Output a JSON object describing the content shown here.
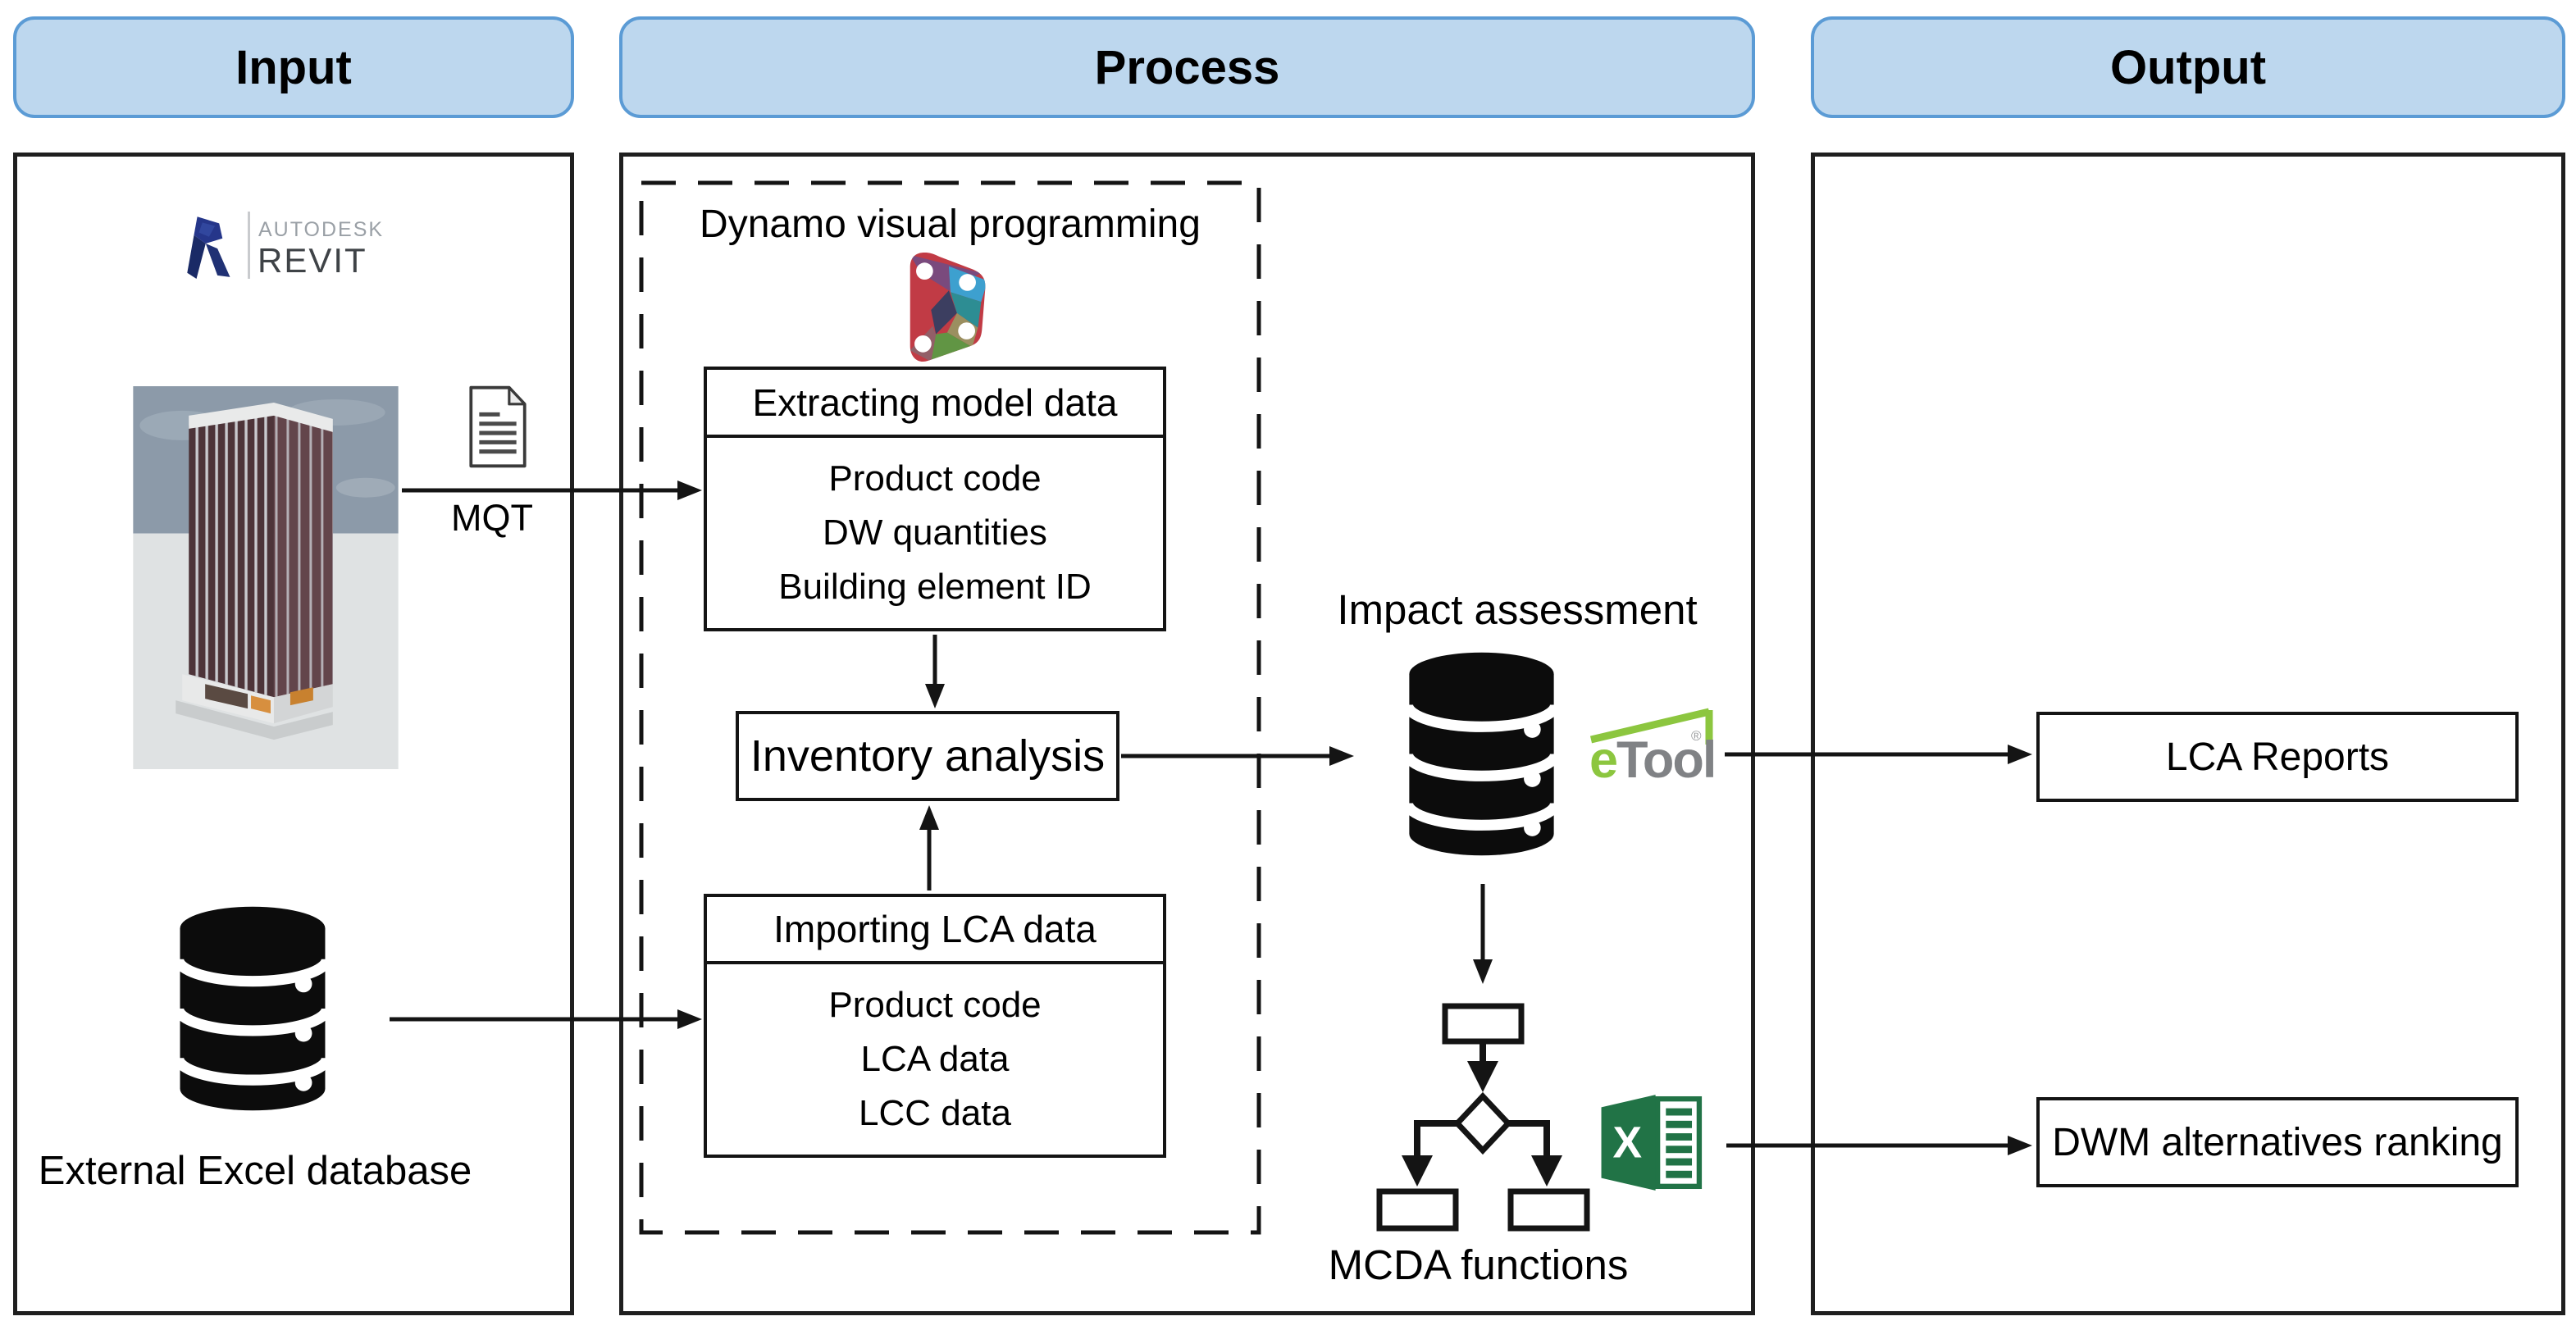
{
  "headers": {
    "input": "Input",
    "process": "Process",
    "output": "Output"
  },
  "input": {
    "revit": {
      "brand": "AUTODESK",
      "product": "REVIT"
    },
    "mqt_label": "MQT",
    "external_db_label": "External Excel database"
  },
  "process": {
    "dynamo_label": "Dynamo visual programming",
    "extracting": {
      "title": "Extracting model data",
      "items": [
        "Product code",
        "DW quantities",
        "Building element ID"
      ]
    },
    "inventory": {
      "title": "Inventory analysis"
    },
    "importing": {
      "title": "Importing LCA data",
      "items": [
        "Product code",
        "LCA data",
        "LCC data"
      ]
    },
    "impact_label": "Impact assessment",
    "etool": {
      "e": "e",
      "tool": "Tool",
      "registered": "®"
    },
    "excel_letter": "X",
    "mcda_label": "MCDA functions"
  },
  "output": {
    "lca_reports": "LCA Reports",
    "dwm_ranking": "DWM alternatives ranking"
  },
  "colors": {
    "header_fill": "#BDD7EE",
    "header_border": "#5B9BD5",
    "excel_green": "#217346",
    "etool_green": "#8CC63F",
    "etool_gray": "#808285",
    "revit_navy": "#25368A",
    "line_black": "#141414"
  }
}
